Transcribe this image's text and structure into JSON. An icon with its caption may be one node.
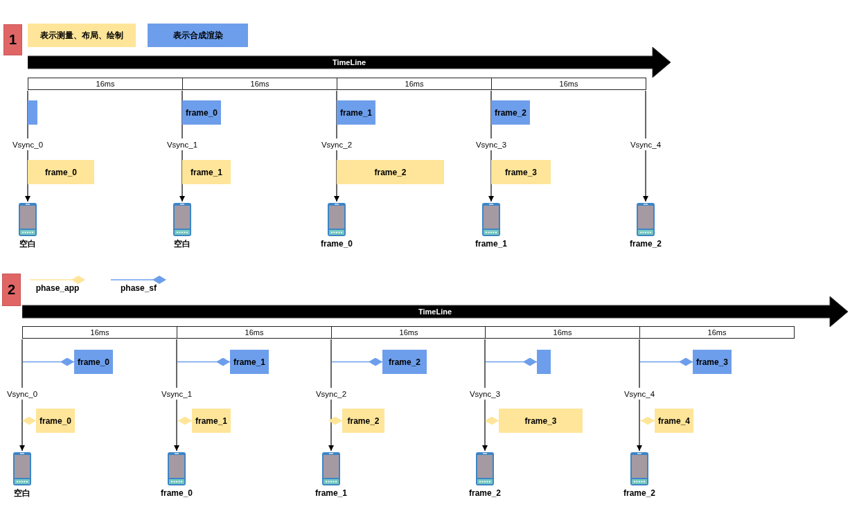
{
  "diagram": {
    "nodes": [
      {
        "text": [
          "1"
        ]
      },
      {
        "text": [
          "TimeLine"
        ]
      },
      {
        "text": [
          "16ms"
        ]
      },
      {
        "text": [
          "16ms"
        ]
      },
      {
        "text": [
          "16ms"
        ]
      },
      {
        "text": [
          "16ms"
        ]
      },
      {
        "text": [],
        "shape": "box"
      },
      {
        "text": [
          "frame_0"
        ]
      },
      {
        "text": [
          "frame_1"
        ]
      },
      {
        "text": [
          "frame_2"
        ]
      },
      {
        "text": [
          "Vsync_0"
        ]
      },
      {
        "text": [
          "Vsync_1"
        ]
      },
      {
        "text": [
          "Vsync_2"
        ]
      },
      {
        "text": [
          "Vsync_3"
        ]
      },
      {
        "text": [
          "Vsync_4"
        ]
      },
      {
        "text": [
          "frame_0"
        ]
      },
      {
        "text": [
          "frame_1"
        ]
      },
      {
        "text": [
          "frame_2"
        ]
      },
      {
        "text": [
          "frame_3"
        ]
      },
      {
        "text": [],
        "shape": "picture",
        "beside": [
          "空白"
        ]
      },
      {
        "text": [],
        "shape": "picture",
        "beside": [
          "空白"
        ]
      },
      {
        "text": [],
        "shape": "picture",
        "beside": [
          "frame_0"
        ]
      },
      {
        "text": [],
        "shape": "picture",
        "beside": [
          "frame_1"
        ]
      },
      {
        "text": [],
        "shape": "picture",
        "beside": [
          "frame_2"
        ]
      },
      {
        "text": [
          "2"
        ]
      },
      {
        "text": [
          "TimeLine"
        ]
      },
      {
        "text": [
          "16ms"
        ]
      },
      {
        "text": [
          "16ms"
        ]
      },
      {
        "text": [
          "16ms"
        ]
      },
      {
        "text": [
          "16ms"
        ]
      },
      {
        "text": [
          "16ms"
        ]
      },
      {
        "text": [
          "frame_0"
        ]
      },
      {
        "text": [
          "frame_1"
        ]
      },
      {
        "text": [
          "frame_2"
        ]
      },
      {
        "text": [],
        "shape": "box"
      },
      {
        "text": [
          "frame_3"
        ]
      },
      {
        "text": [
          "Vsync_0"
        ]
      },
      {
        "text": [
          "Vsync_1"
        ]
      },
      {
        "text": [
          "Vsync_2"
        ]
      },
      {
        "text": [
          "Vsync_3"
        ]
      },
      {
        "text": [
          "Vsync_4"
        ]
      },
      {
        "text": [
          "frame_0"
        ]
      },
      {
        "text": [
          "frame_1"
        ]
      },
      {
        "text": [
          "frame_2"
        ]
      },
      {
        "text": [
          "frame_3"
        ]
      },
      {
        "text": [
          "frame_4"
        ]
      },
      {
        "text": [],
        "shape": "picture",
        "beside": [
          "空白"
        ]
      },
      {
        "text": [],
        "shape": "picture",
        "beside": [
          "frame_0"
        ]
      },
      {
        "text": [],
        "shape": "picture",
        "beside": [
          "frame_1"
        ]
      },
      {
        "text": [],
        "shape": "picture",
        "beside": [
          "frame_2"
        ]
      },
      {
        "text": [],
        "shape": "picture",
        "beside": [
          "frame_2"
        ]
      }
    ],
    "edges": [
      {
        "from": 10,
        "to": 19,
        "arrow": "to"
      },
      {
        "from": 11,
        "to": 20,
        "arrow": "to"
      },
      {
        "from": 12,
        "to": 21,
        "arrow": "to"
      },
      {
        "from": 13,
        "to": 22,
        "arrow": "to"
      },
      {
        "from": 14,
        "to": 23,
        "arrow": "to"
      },
      {
        "from": 36,
        "to": 46,
        "arrow": "to"
      },
      {
        "from": 37,
        "to": 47,
        "arrow": "to"
      },
      {
        "from": 38,
        "to": 48,
        "arrow": "to"
      },
      {
        "from": 39,
        "to": 49,
        "arrow": "to"
      },
      {
        "from": 40,
        "to": 50,
        "arrow": "to"
      },
      {
        "from": null,
        "to": 31,
        "arrow": "other",
        "color": "#6d9eeb"
      },
      {
        "from": null,
        "to": 32,
        "arrow": "other",
        "color": "#6d9eeb"
      },
      {
        "from": null,
        "to": 33,
        "arrow": "other",
        "color": "#6d9eeb"
      },
      {
        "from": null,
        "to": 34,
        "arrow": "other",
        "color": "#6d9eeb"
      },
      {
        "from": null,
        "to": 35,
        "arrow": "other",
        "color": "#6d9eeb"
      },
      {
        "from": null,
        "to": 41,
        "arrow": "other",
        "color": "#ffe599"
      },
      {
        "from": null,
        "to": 42,
        "arrow": "other",
        "color": "#ffe599"
      },
      {
        "from": null,
        "to": 43,
        "arrow": "other",
        "color": "#ffe599"
      },
      {
        "from": null,
        "to": 44,
        "arrow": "other",
        "color": "#ffe599"
      },
      {
        "from": null,
        "to": 45,
        "arrow": "other",
        "color": "#ffe599"
      },
      {
        "from": 2,
        "to": 10,
        "arrow": "none"
      },
      {
        "from": 3,
        "to": 11,
        "arrow": "none"
      },
      {
        "from": 4,
        "to": 12,
        "arrow": "none"
      },
      {
        "from": 5,
        "to": 13,
        "arrow": "none"
      },
      {
        "from": 5,
        "to": 14,
        "arrow": "none"
      },
      {
        "from": 26,
        "to": 36,
        "arrow": "none"
      },
      {
        "from": 27,
        "to": 37,
        "arrow": "none"
      },
      {
        "from": 28,
        "to": 38,
        "arrow": "none"
      },
      {
        "from": 29,
        "to": 39,
        "arrow": "none"
      },
      {
        "from": 30,
        "to": 40,
        "arrow": "none"
      }
    ],
    "legend": [
      {
        "text": "表示测量、布局、绘制",
        "color": "#ffe599"
      },
      {
        "text": "表示合成渲染",
        "color": "#6d9eeb"
      },
      {
        "text": "phase_app"
      },
      {
        "text": "phase_sf"
      }
    ]
  }
}
